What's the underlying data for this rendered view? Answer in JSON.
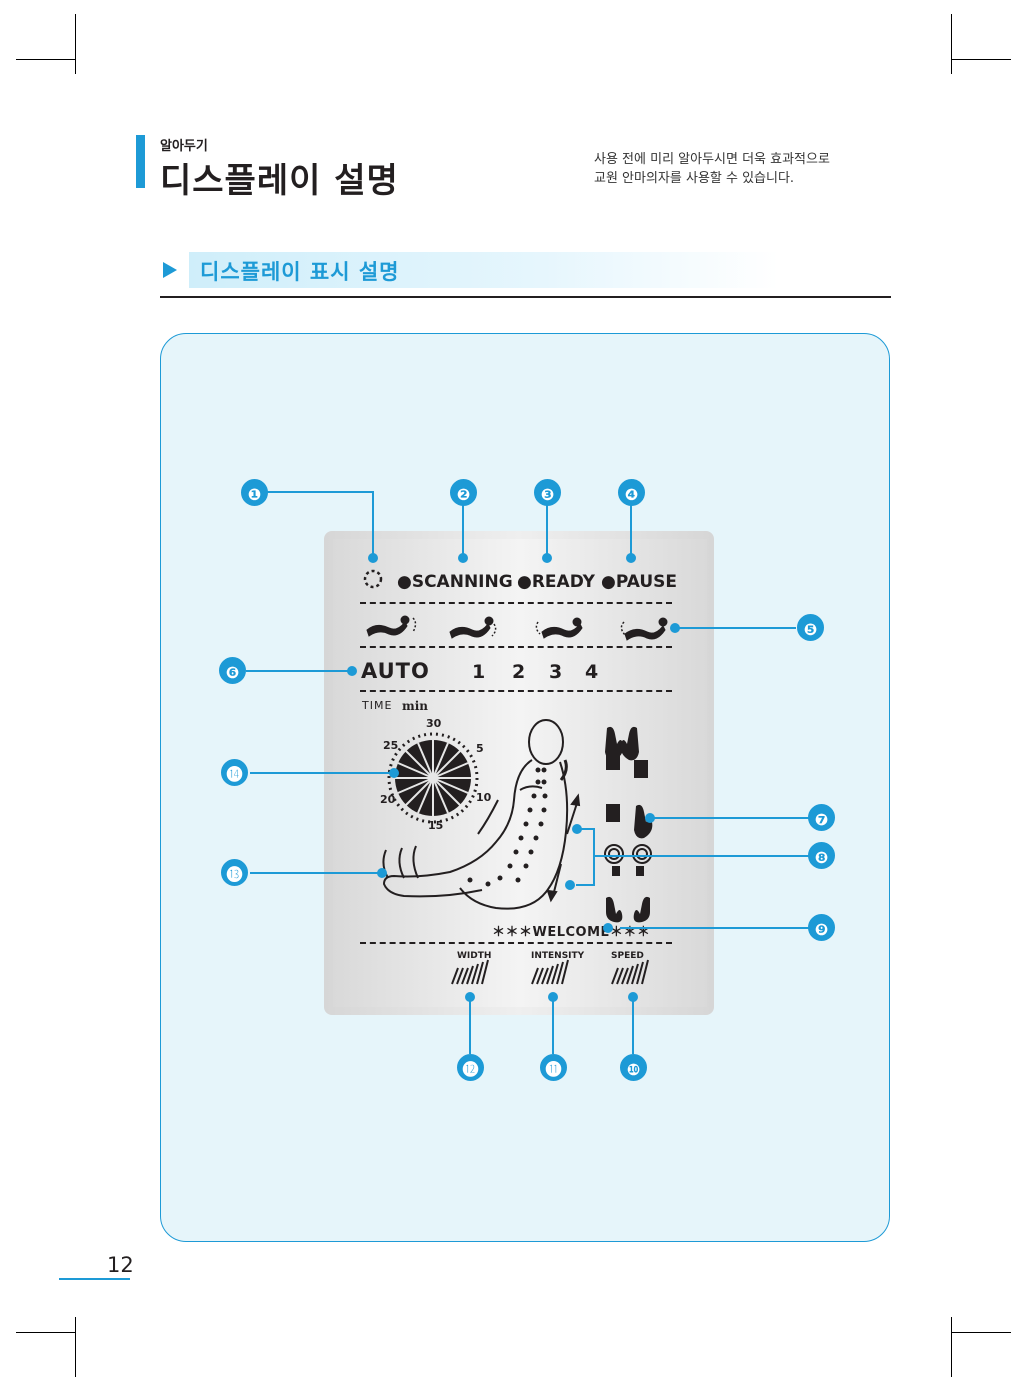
{
  "header": {
    "subtitle": "알아두기",
    "title": "디스플레이 설명",
    "intro_line1": "사용 전에 미리 알아두시면 더욱 효과적으로",
    "intro_line2": "교원 안마의자를 사용할 수 있습니다."
  },
  "section": {
    "title": "디스플레이 표시 설명"
  },
  "display": {
    "status": [
      "●SCANNING",
      "●READY",
      "●PAUSE"
    ],
    "auto_label": "AUTO",
    "modes": [
      "1",
      "2",
      "3",
      "4"
    ],
    "time_label": "TIME",
    "time_unit": "min",
    "dial_numbers": [
      "30",
      "5",
      "10",
      "15",
      "20",
      "25"
    ],
    "welcome": "＊＊＊WELCOME＊＊＊",
    "bars": [
      "WIDTH",
      "INTENSITY",
      "SPEED"
    ]
  },
  "callouts": [
    "❶",
    "❷",
    "❸",
    "❹",
    "❺",
    "❻",
    "❼",
    "❽",
    "❾",
    "❿",
    "⓫",
    "⓬",
    "⓭",
    "⓮"
  ],
  "page_number": "12",
  "colors": {
    "accent": "#1d9ad6",
    "panel": "#e6f5fa",
    "text": "#231f20"
  }
}
